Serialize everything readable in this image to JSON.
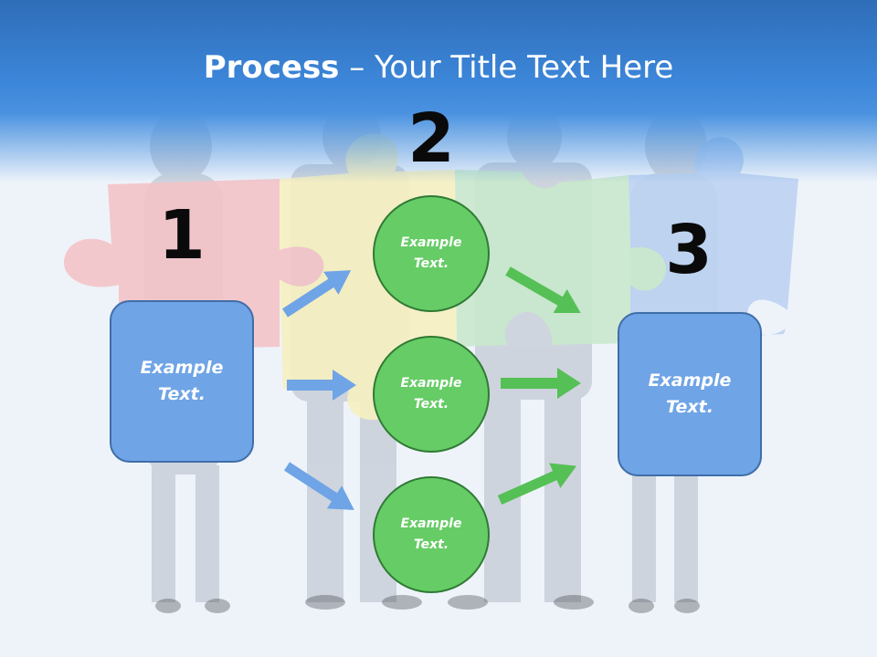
{
  "slide": {
    "title_bold": "Process",
    "title_rest": " – Your Title Text Here"
  },
  "steps": {
    "one": "1",
    "two": "2",
    "three": "3"
  },
  "left_box": {
    "line1": "Example",
    "line2": "Text."
  },
  "right_box": {
    "line1": "Example",
    "line2": "Text."
  },
  "circles": [
    {
      "line1": "Example",
      "line2": "Text."
    },
    {
      "line1": "Example",
      "line2": "Text."
    },
    {
      "line1": "Example",
      "line2": "Text."
    }
  ],
  "colors": {
    "title_band": "#3c86d9",
    "box_fill": "#6fa4e6",
    "box_border": "#3f6ea8",
    "circle_fill": "#66cc66",
    "circle_border": "#2f7a34",
    "blue_arrow": "#6fa4e6",
    "green_arrow": "#55c055",
    "puzzle_red": "#f3c3c6",
    "puzzle_yellow": "#f6efc0",
    "puzzle_green": "#c9e8cc",
    "puzzle_blue": "#bcd3f2"
  },
  "icons": {
    "arrows": "right-arrow-icon"
  }
}
